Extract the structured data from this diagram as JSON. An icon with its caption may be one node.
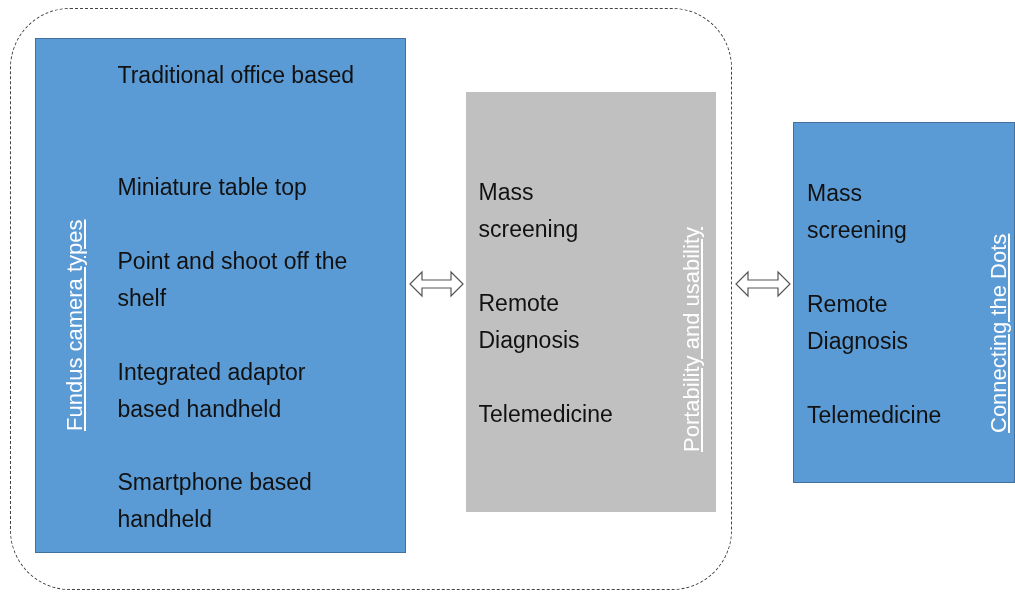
{
  "diagram": {
    "nodes": [
      {
        "text": [],
        "shape": "box"
      },
      {
        "text": [
          "Fundus camera types",
          "Traditional office based",
          "Miniature table top",
          "Point and shoot off the shelf",
          "Integrated adaptor based handheld",
          "Smartphone based handheld"
        ],
        "in": 0
      },
      {
        "text": [
          "Portability and usability",
          "Mass screening",
          "Remote Diagnosis",
          "Telemedicine"
        ],
        "in": 0
      },
      {
        "text": [
          "Connecting the Dots",
          "Mass screening",
          "Remote Diagnosis",
          "Telemedicine"
        ]
      }
    ],
    "edges": [
      {
        "from": 1,
        "to": 2,
        "arrow": "both"
      },
      {
        "from": 0,
        "to": 3,
        "arrow": "both"
      }
    ]
  }
}
